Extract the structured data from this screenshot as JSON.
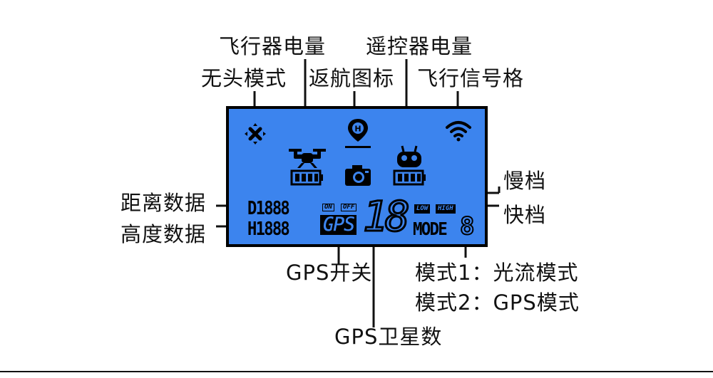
{
  "callouts": {
    "aircraft_battery": "飞行器电量",
    "remote_battery": "遥控器电量",
    "headless_mode": "无头模式",
    "return_home_icon": "返航图标",
    "flight_signal": "飞行信号格",
    "distance_data": "距离数据",
    "altitude_data": "高度数据",
    "slow_gear": "慢档",
    "fast_gear": "快档",
    "gps_switch": "GPS开关",
    "mode_1": "模式1：光流模式",
    "mode_2": "模式2：GPS模式",
    "gps_satellites": "GPS卫星数"
  },
  "lcd": {
    "distance_readout": "D1888",
    "altitude_readout": "H1888",
    "gps_on": "ON",
    "gps_off": "OFF",
    "gps_text": "GPS",
    "satellite_digits": "18",
    "gear_low": "LOW",
    "gear_high": "HIGH",
    "mode_label": "MODE",
    "mode_digit": "8",
    "home_letter": "H"
  },
  "colors": {
    "lcd_background": "#3c84ee",
    "segment": "#000000"
  },
  "icons": [
    "headless-mode-icon",
    "drone-icon",
    "aircraft-battery-icon",
    "home-pin-icon",
    "camera-icon",
    "remote-controller-icon",
    "remote-battery-icon",
    "wifi-signal-icon"
  ]
}
